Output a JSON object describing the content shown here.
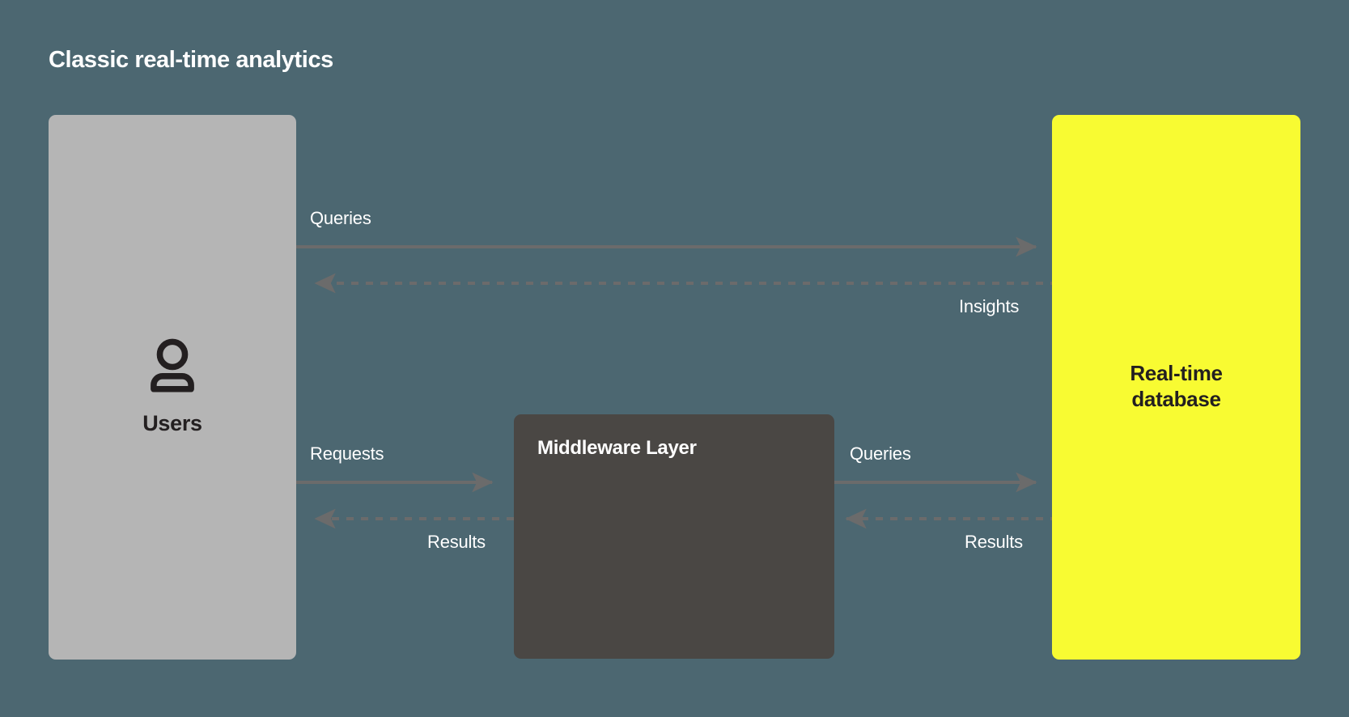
{
  "title": "Classic real-time analytics",
  "theme": {
    "background": "#4c6771",
    "users_box": "#b5b5b5",
    "middleware_box": "#4a4744",
    "database_box": "#f8fb32",
    "edge_stroke": "#6b6b6b",
    "light_text": "#ffffff",
    "dark_text": "#231f20"
  },
  "nodes": {
    "users": {
      "label": "Users",
      "icon": "user-icon"
    },
    "middleware": {
      "label": "Middleware Layer"
    },
    "database": {
      "label_line1": "Real-time",
      "label_line2": "database"
    }
  },
  "edges": {
    "queries_top": {
      "label": "Queries",
      "from": "users",
      "to": "database",
      "style": "solid",
      "direction": "right"
    },
    "insights": {
      "label": "Insights",
      "from": "database",
      "to": "users",
      "style": "dashed",
      "direction": "left"
    },
    "requests": {
      "label": "Requests",
      "from": "users",
      "to": "middleware",
      "style": "solid",
      "direction": "right"
    },
    "results_left": {
      "label": "Results",
      "from": "middleware",
      "to": "users",
      "style": "dashed",
      "direction": "left"
    },
    "queries_mid": {
      "label": "Queries",
      "from": "middleware",
      "to": "database",
      "style": "solid",
      "direction": "right"
    },
    "results_right": {
      "label": "Results",
      "from": "database",
      "to": "middleware",
      "style": "dashed",
      "direction": "left"
    }
  }
}
